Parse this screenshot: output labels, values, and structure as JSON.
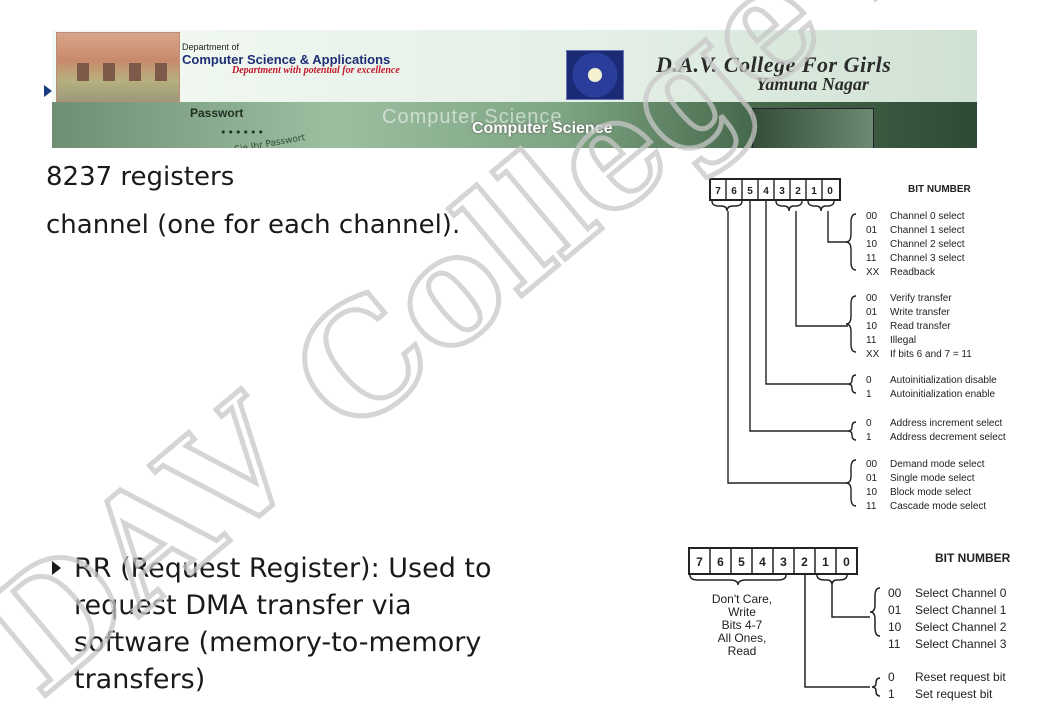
{
  "banner": {
    "dept_line1": "Department of",
    "dept_line2": "Computer Science & Applications",
    "dept_line3": "Department with potential for excellence",
    "college_line1": "D.A.V. College For Girls",
    "college_line2": "Yamuna Nagar",
    "password_label": "Passwort",
    "password_dots": "••••••",
    "password_sub": "Geben Sie Ihr Passwort",
    "cs_text1": "Computer Science",
    "cs_text2": "Computer Science"
  },
  "slide": {
    "heading": "8237 registers",
    "line2": "channel (one for each channel).",
    "rr_lines": [
      "RR (Request Register): Used to",
      "request DMA transfer via",
      "software (memory-to-memory",
      "transfers)"
    ]
  },
  "watermark": {
    "text": "DAV College for girls"
  },
  "diagram1": {
    "title": "BIT NUMBER",
    "bits": [
      "7",
      "6",
      "5",
      "4",
      "3",
      "2",
      "1",
      "0"
    ],
    "groups": [
      {
        "items": [
          {
            "code": "00",
            "label": "Channel 0 select"
          },
          {
            "code": "01",
            "label": "Channel 1 select"
          },
          {
            "code": "10",
            "label": "Channel 2 select"
          },
          {
            "code": "11",
            "label": "Channel 3 select"
          },
          {
            "code": "XX",
            "label": "Readback"
          }
        ]
      },
      {
        "items": [
          {
            "code": "00",
            "label": "Verify transfer"
          },
          {
            "code": "01",
            "label": "Write transfer"
          },
          {
            "code": "10",
            "label": "Read transfer"
          },
          {
            "code": "11",
            "label": "Illegal"
          },
          {
            "code": "XX",
            "label": "If bits 6 and 7 = 11"
          }
        ]
      },
      {
        "items": [
          {
            "code": "0",
            "label": "Autoinitialization disable"
          },
          {
            "code": "1",
            "label": "Autoinitialization enable"
          }
        ]
      },
      {
        "items": [
          {
            "code": "0",
            "label": "Address increment select"
          },
          {
            "code": "1",
            "label": "Address decrement select"
          }
        ]
      },
      {
        "items": [
          {
            "code": "00",
            "label": "Demand mode select"
          },
          {
            "code": "01",
            "label": "Single mode select"
          },
          {
            "code": "10",
            "label": "Block mode select"
          },
          {
            "code": "11",
            "label": "Cascade mode select"
          }
        ]
      }
    ]
  },
  "diagram2": {
    "title": "BIT NUMBER",
    "bits": [
      "7",
      "6",
      "5",
      "4",
      "3",
      "2",
      "1",
      "0"
    ],
    "note": [
      "Don't Care,",
      "Write",
      "Bits 4-7",
      "All Ones,",
      "Read"
    ],
    "groups": [
      {
        "items": [
          {
            "code": "00",
            "label": "Select Channel 0"
          },
          {
            "code": "01",
            "label": "Select Channel 1"
          },
          {
            "code": "10",
            "label": "Select Channel 2"
          },
          {
            "code": "11",
            "label": "Select Channel 3"
          }
        ]
      },
      {
        "items": [
          {
            "code": "0",
            "label": "Reset request bit"
          },
          {
            "code": "1",
            "label": "Set request bit"
          }
        ]
      }
    ]
  }
}
